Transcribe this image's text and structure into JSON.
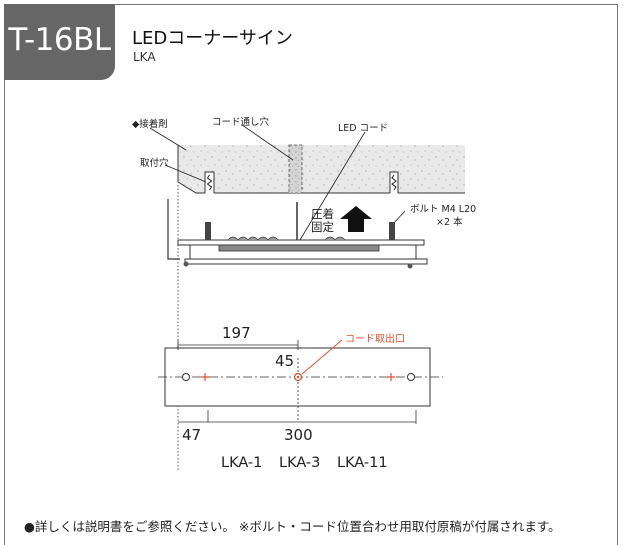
{
  "header": {
    "product_code": "T-16BL",
    "title": "LEDコーナーサイン",
    "subtitle": "LKA"
  },
  "diagram": {
    "callouts": {
      "adhesive": "◆接着剤",
      "mount_hole": "取付穴",
      "cord_hole": "コード通し穴",
      "led_cord": "LED コード",
      "bolt_line1": "ボルト M4 L20",
      "bolt_line2": "×2 本",
      "press_fix_1": "圧着",
      "press_fix_2": "固定",
      "cord_outlet": "コード取出口"
    },
    "dimensions": {
      "d197": "197",
      "d45": "45",
      "d47": "47",
      "d300": "300"
    },
    "models": [
      "LKA-1",
      "LKA-3",
      "LKA-11"
    ]
  },
  "footer": {
    "note": "●詳しくは説明書をご参照ください。 ※ボルト・コード位置合わせ用取付原稿が付属されます。"
  },
  "colors": {
    "accent": "#e0502a",
    "header_box": "#666666"
  }
}
